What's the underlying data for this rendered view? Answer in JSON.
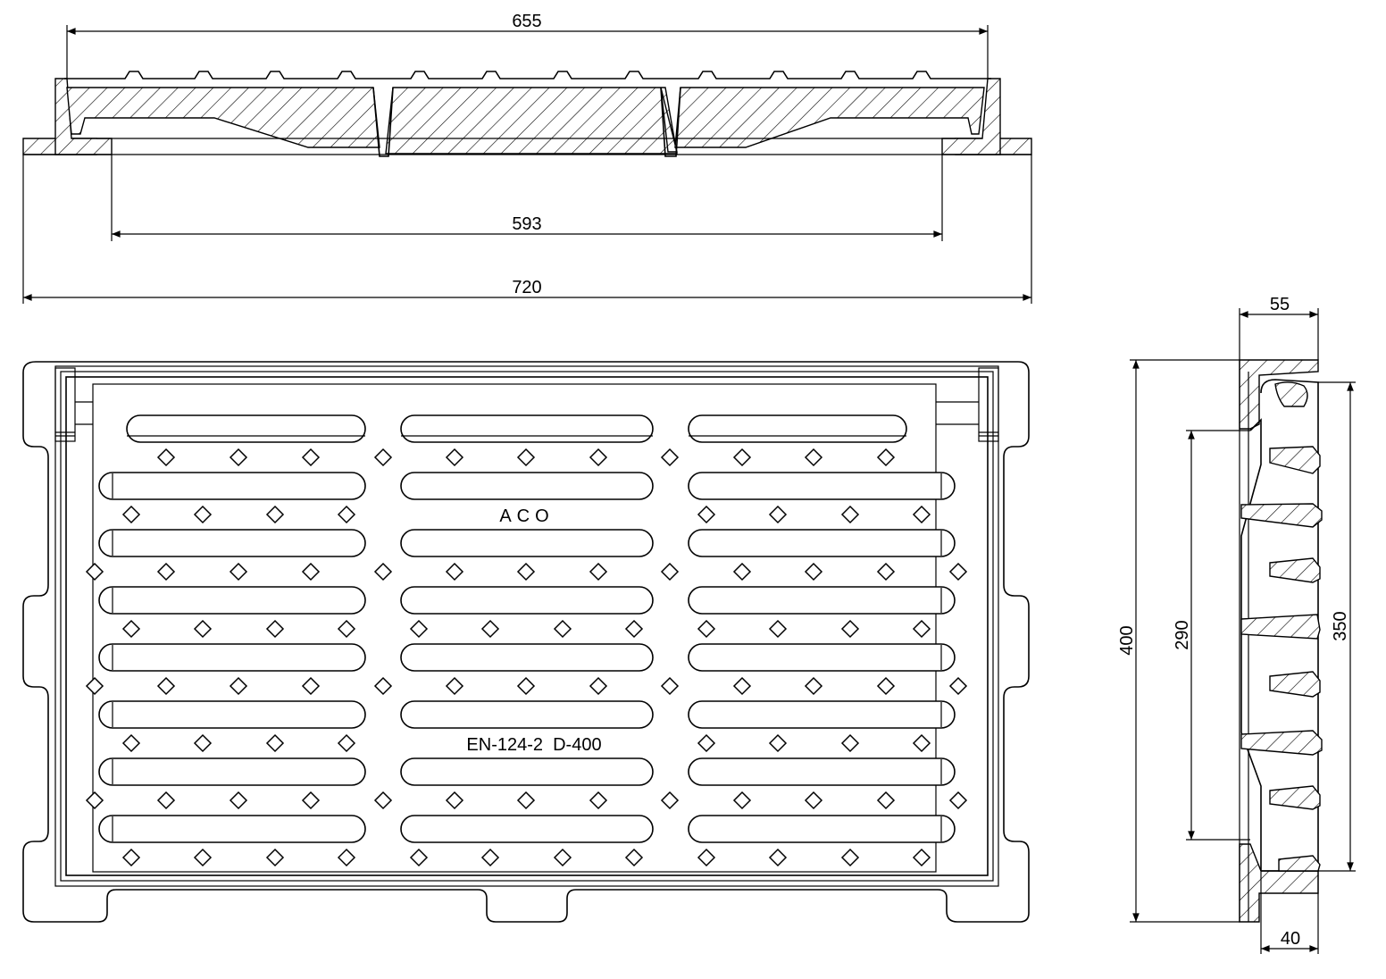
{
  "drawing": {
    "top_view": {
      "dims": {
        "overall_top": "655",
        "inner_opening": "593",
        "overall_frame": "720"
      }
    },
    "plan_view": {
      "markings": {
        "brand": "ACO",
        "standard": "EN-124-2  D-400"
      }
    },
    "side_view": {
      "dims": {
        "top_width": "55",
        "height_overall": "400",
        "height_grate": "350",
        "height_inner": "290",
        "bottom_width": "40"
      }
    }
  }
}
